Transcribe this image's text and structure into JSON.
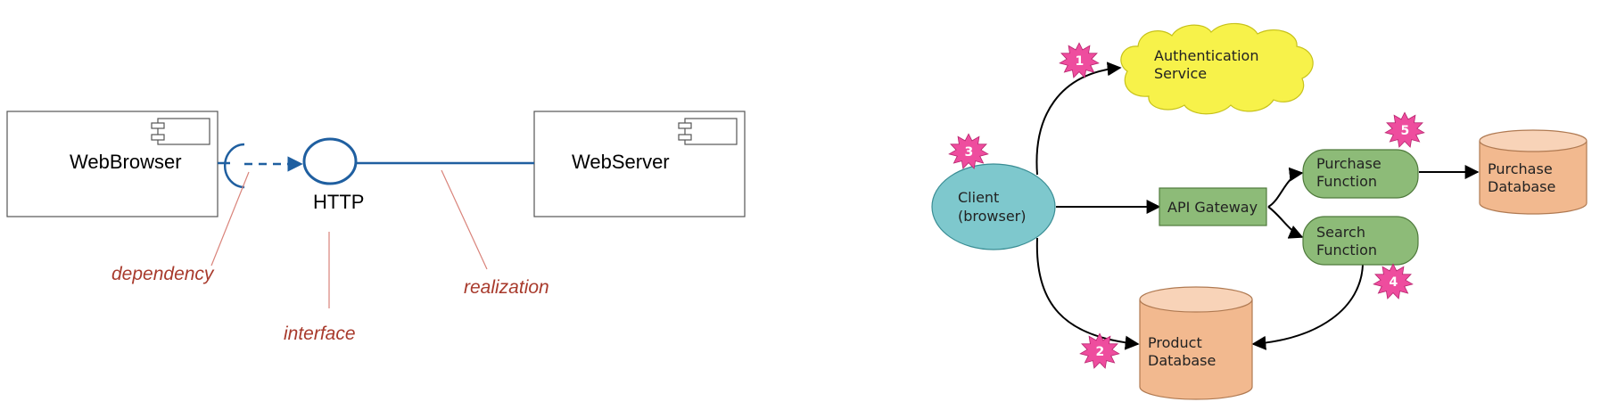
{
  "left_diagram": {
    "components": [
      {
        "label": "WebBrowser"
      },
      {
        "label": "WebServer"
      }
    ],
    "interface_label": "HTTP",
    "annotations": {
      "dependency": "dependency",
      "interface": "interface",
      "realization": "realization"
    },
    "colors": {
      "connector": "#1f5fa0",
      "annotation": "#a83a2c"
    }
  },
  "right_diagram": {
    "nodes": {
      "auth": {
        "line1": "Authentication",
        "line2": "Service"
      },
      "client": {
        "line1": "Client",
        "line2": "(browser)"
      },
      "gateway": {
        "label": "API Gateway"
      },
      "purchase_fn": {
        "line1": "Purchase",
        "line2": "Function"
      },
      "search_fn": {
        "line1": "Search",
        "line2": "Function"
      },
      "purchase_db": {
        "line1": "Purchase",
        "line2": "Database"
      },
      "product_db": {
        "line1": "Product",
        "line2": "Database"
      }
    },
    "badges": [
      "1",
      "2",
      "3",
      "4",
      "5"
    ],
    "colors": {
      "cloud": "#f7f24a",
      "client": "#7ec8cd",
      "function": "#8dbb78",
      "database": "#f2b98f",
      "database_top": "#f8d3b8",
      "badge": "#ee4d9e"
    }
  }
}
